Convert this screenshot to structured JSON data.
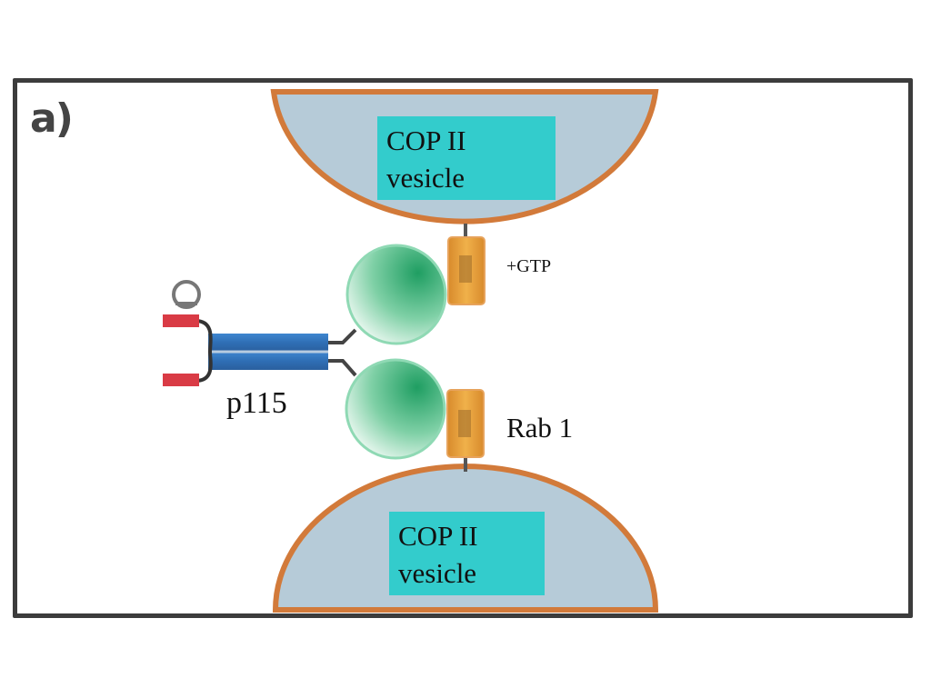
{
  "panel_label": "a)",
  "vesicle_top": {
    "line1": "COP II",
    "line2": "vesicle"
  },
  "vesicle_bottom": {
    "line1": "COP II",
    "line2": "vesicle"
  },
  "gtp_label": "+GTP",
  "rab_label": "Rab 1",
  "p115_label": "p115",
  "colors": {
    "vesicle_fill": "#b6cbd8",
    "vesicle_membrane": "#d27a3a",
    "label_box": "#33cccc",
    "p115_rod": "#2f6fb5",
    "p115_head_tip": "#d93b45",
    "globular_domain": "#5fc08e",
    "rab_protein": "#e59d38",
    "frame": "#3c3c3c"
  }
}
